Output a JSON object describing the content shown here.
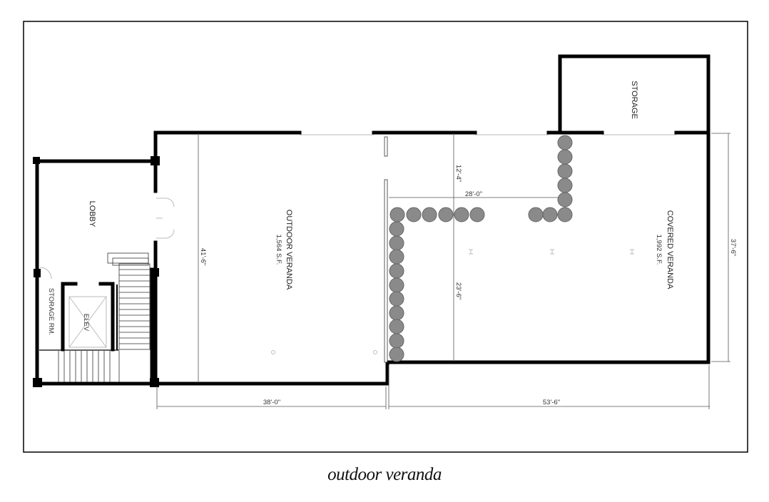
{
  "caption": "outdoor veranda",
  "rooms": {
    "lobby": "LOBBY",
    "outdoor_veranda": "OUTDOOR VERANDA",
    "outdoor_veranda_area": "1,564 S.F.",
    "covered_veranda": "COVERED VERANDA",
    "covered_veranda_area": "1,992 S.F.",
    "storage": "STORAGE",
    "storage_room": "STORAGE RM.",
    "elevator": "ELEV"
  },
  "dimensions": {
    "outdoor_depth": "41'-6\"",
    "outdoor_width": "38'-0\"",
    "covered_width": "53'-6\"",
    "covered_depth": "37'-6\"",
    "upper_depth": "12'-4\"",
    "lower_depth": "23'-6\"",
    "planter_run": "28'-0\""
  },
  "colors": {
    "wall": "#000000",
    "shrub": "#8a8a8a"
  }
}
